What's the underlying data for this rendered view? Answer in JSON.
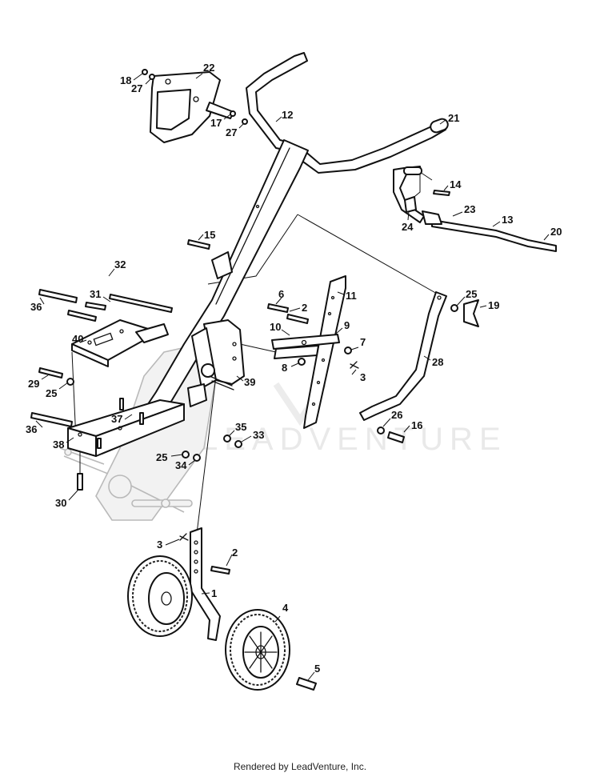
{
  "footer": "Rendered by LeadVenture, Inc.",
  "watermark": "LEADVENTURE",
  "callouts": {
    "c1": "1",
    "c2a": "2",
    "c2b": "2",
    "c3a": "3",
    "c3b": "3",
    "c4": "4",
    "c5": "5",
    "c6": "6",
    "c7": "7",
    "c8": "8",
    "c9": "9",
    "c10": "10",
    "c11": "11",
    "c12": "12",
    "c13": "13",
    "c14": "14",
    "c15": "15",
    "c16": "16",
    "c17": "17",
    "c18": "18",
    "c19": "19",
    "c20": "20",
    "c21": "21",
    "c22": "22",
    "c23": "23",
    "c24": "24",
    "c25a": "25",
    "c25b": "25",
    "c25c": "25",
    "c26": "26",
    "c27a": "27",
    "c27b": "27",
    "c28": "28",
    "c29": "29",
    "c30": "30",
    "c31": "31",
    "c32": "32",
    "c33": "33",
    "c34": "34",
    "c35": "35",
    "c36a": "36",
    "c36b": "36",
    "c37": "37",
    "c38": "38",
    "c39": "39",
    "c40": "40"
  }
}
